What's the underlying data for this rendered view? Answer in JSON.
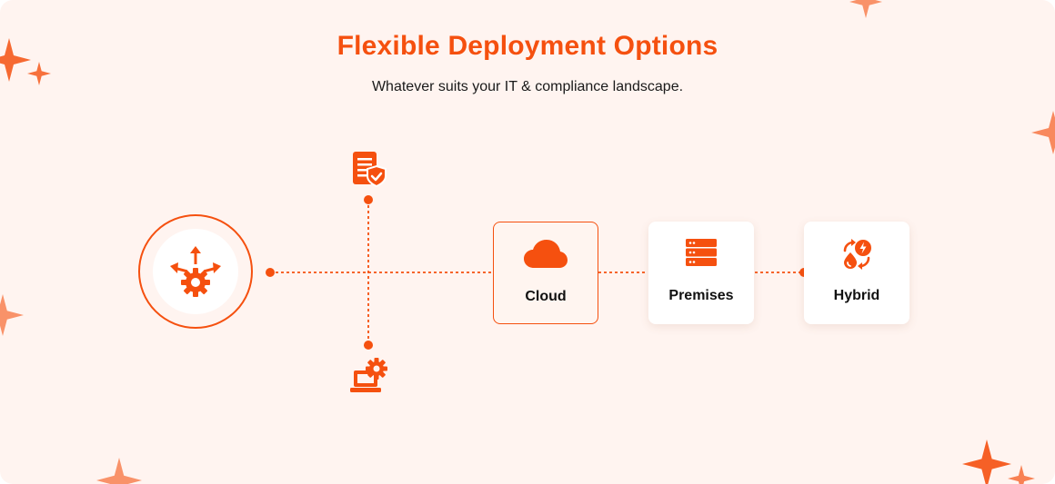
{
  "header": {
    "title": "Flexible Deployment Options",
    "subtitle": "Whatever suits your IT & compliance landscape."
  },
  "hub": {
    "icon": "gear-arrows-icon"
  },
  "branches": [
    {
      "icon": "document-shield-icon"
    },
    {
      "icon": "laptop-gear-icon"
    }
  ],
  "options": [
    {
      "label": "Cloud",
      "icon": "cloud-icon",
      "active": true
    },
    {
      "label": "Premises",
      "icon": "server-icon",
      "active": false
    },
    {
      "label": "Hybrid",
      "icon": "hybrid-sync-icon",
      "active": false
    }
  ],
  "colors": {
    "accent": "#f5500f",
    "background": "#fff4f0",
    "card": "#ffffff",
    "text": "#111111"
  }
}
